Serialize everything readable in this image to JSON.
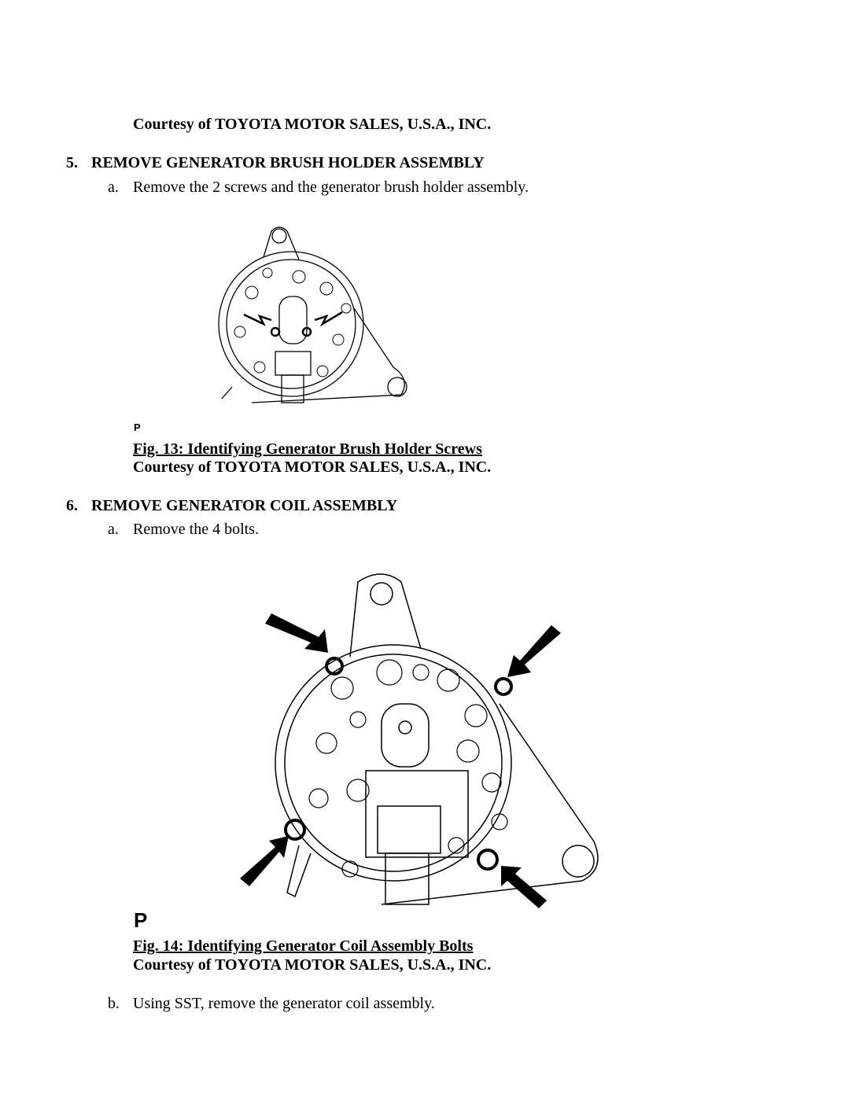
{
  "top_courtesy": "Courtesy of TOYOTA MOTOR SALES, U.S.A., INC.",
  "step5": {
    "number": "5.",
    "title": "REMOVE GENERATOR BRUSH HOLDER ASSEMBLY",
    "substeps": [
      {
        "letter": "a.",
        "text": "Remove the 2 screws and the generator brush holder assembly."
      }
    ],
    "figure": {
      "label": "P",
      "caption": "Fig. 13: Identifying Generator Brush Holder Screws",
      "courtesy": "Courtesy of TOYOTA MOTOR SALES, U.S.A., INC."
    }
  },
  "step6": {
    "number": "6.",
    "title": "REMOVE GENERATOR COIL ASSEMBLY",
    "substeps": [
      {
        "letter": "a.",
        "text": "Remove the 4 bolts."
      },
      {
        "letter": "b.",
        "text": "Using SST, remove the generator coil assembly."
      }
    ],
    "figure": {
      "label": "P",
      "caption": "Fig. 14: Identifying Generator Coil Assembly Bolts",
      "courtesy": "Courtesy of TOYOTA MOTOR SALES, U.S.A., INC."
    }
  }
}
